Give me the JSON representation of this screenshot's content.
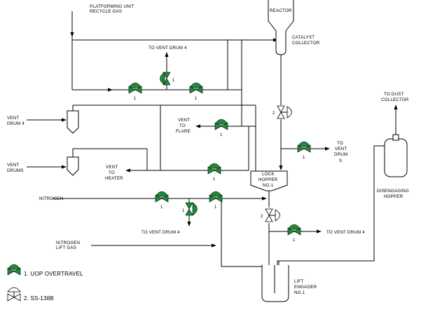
{
  "labels": {
    "platforming_line1": "PLATFORMING UNIT",
    "platforming_line2": "RECYCLE GAS",
    "reactor": "REACTOR",
    "catalyst_line1": "CATALYST",
    "catalyst_line2": "COLLECTOR",
    "to_vent_drum4_top": "TO VENT DRUM 4",
    "vent_drum4_line1": "VENT",
    "vent_drum4_line2": "DRUM 4",
    "vent_drum2_line1": "VENT",
    "vent_drum2_line2": "DRUMS",
    "vent_to_flare_line1": "VENT",
    "vent_to_flare_line2": "TO",
    "vent_to_flare_line3": "FLARE",
    "vent_to_heater_line1": "VENT",
    "vent_to_heater_line2": "TO",
    "vent_to_heater_line3": "HEATER",
    "to_vent_drums_line1": "TO",
    "to_vent_drums_line2": "VENT",
    "to_vent_drums_line3": "DRUM",
    "to_vent_drums_line4": "S",
    "to_dust_line1": "TO DUST",
    "to_dust_line2": "COLLECTOR",
    "lock_hopper_line1": "LOCK",
    "lock_hopper_line2": "HOPPER",
    "lock_hopper_line3": "NO.1",
    "disengaging_line1": "DISENGAGING",
    "disengaging_line2": "HOPPER",
    "nitrogen": "NITROGEN",
    "to_vent_drum4_mid": "TO VENT DRUM 4",
    "to_vent_drum4_right": "TO VENT DRUM 4",
    "nitrogen_lift_line1": "NITROGEN",
    "nitrogen_lift_line2": "LIFT GAS",
    "lift_engager_line1": "LIFT",
    "lift_engager_line2": "ENGAGER",
    "lift_engager_line3": "NO.1",
    "valve_num_1": "1",
    "valve_num_2": "2"
  },
  "legend": {
    "item1": "1. UOP OVERTRAVEL",
    "item2": "2. SS-138B"
  },
  "colors": {
    "valve_green": "#1f8a3a",
    "line": "#000000"
  }
}
